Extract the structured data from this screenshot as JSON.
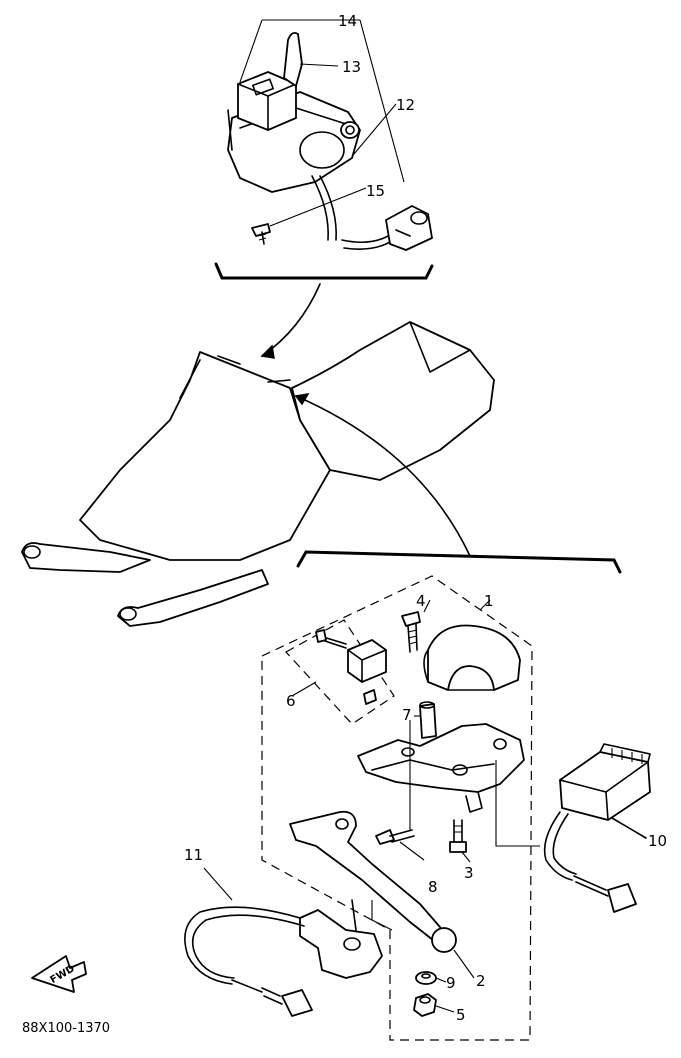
{
  "callouts": {
    "c1": "1",
    "c2": "2",
    "c3": "3",
    "c4": "4",
    "c5": "5",
    "c6": "6",
    "c7": "7",
    "c8": "8",
    "c9": "9",
    "c10": "10",
    "c11": "11",
    "c12": "12",
    "c13": "13",
    "c14": "14",
    "c15": "15"
  },
  "fwd_label": "FWD",
  "diagram_code": "88X100-1370"
}
